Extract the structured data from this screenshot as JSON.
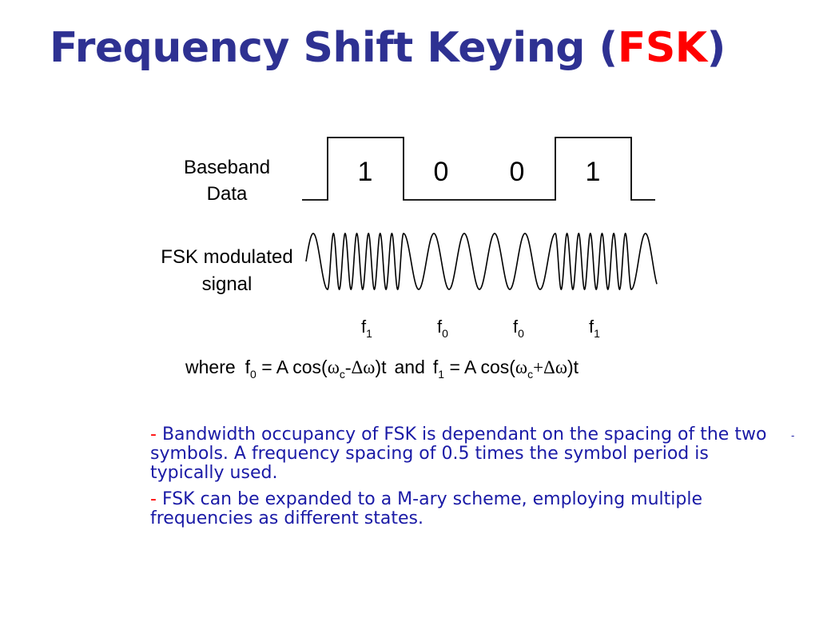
{
  "title": {
    "main": "Frequency Shift Keying (",
    "highlight": "FSK",
    "tail": ")"
  },
  "colors": {
    "title": "#2e3192",
    "highlight": "#ff0000",
    "body_text": "#1a1aa6",
    "bullet_dash": "#ff0000",
    "diagram_ink": "#000000"
  },
  "diagram": {
    "baseband_label": [
      "Baseband",
      "Data"
    ],
    "fsk_label": [
      "FSK modulated",
      "signal"
    ],
    "bits": [
      "1",
      "0",
      "0",
      "1"
    ],
    "bit_frequency_index": [
      "1",
      "0",
      "0",
      "1"
    ],
    "freq_symbol": "f",
    "where_text": "where",
    "eq0": {
      "lhs": "f",
      "sub": "0",
      "mid": " = A cos(",
      "omega": "ω",
      "omega_sub": "c",
      "op": "-Δω",
      "end": ")t"
    },
    "and_text": "and",
    "eq1": {
      "lhs": "f",
      "sub": "1",
      "mid": " = A cos(",
      "omega": "ω",
      "omega_sub": "c",
      "op": "+Δω",
      "end": ")t"
    }
  },
  "bullets": [
    {
      "dash": "-",
      "text": " Bandwidth occupancy of FSK is dependant on the spacing of the two symbols. A frequency spacing of 0.5 times the symbol period is  typically used."
    },
    {
      "dash": "-",
      "text": " FSK can be expanded to a M-ary scheme, employing multiple frequencies as different states."
    }
  ],
  "stray_mark": "-"
}
